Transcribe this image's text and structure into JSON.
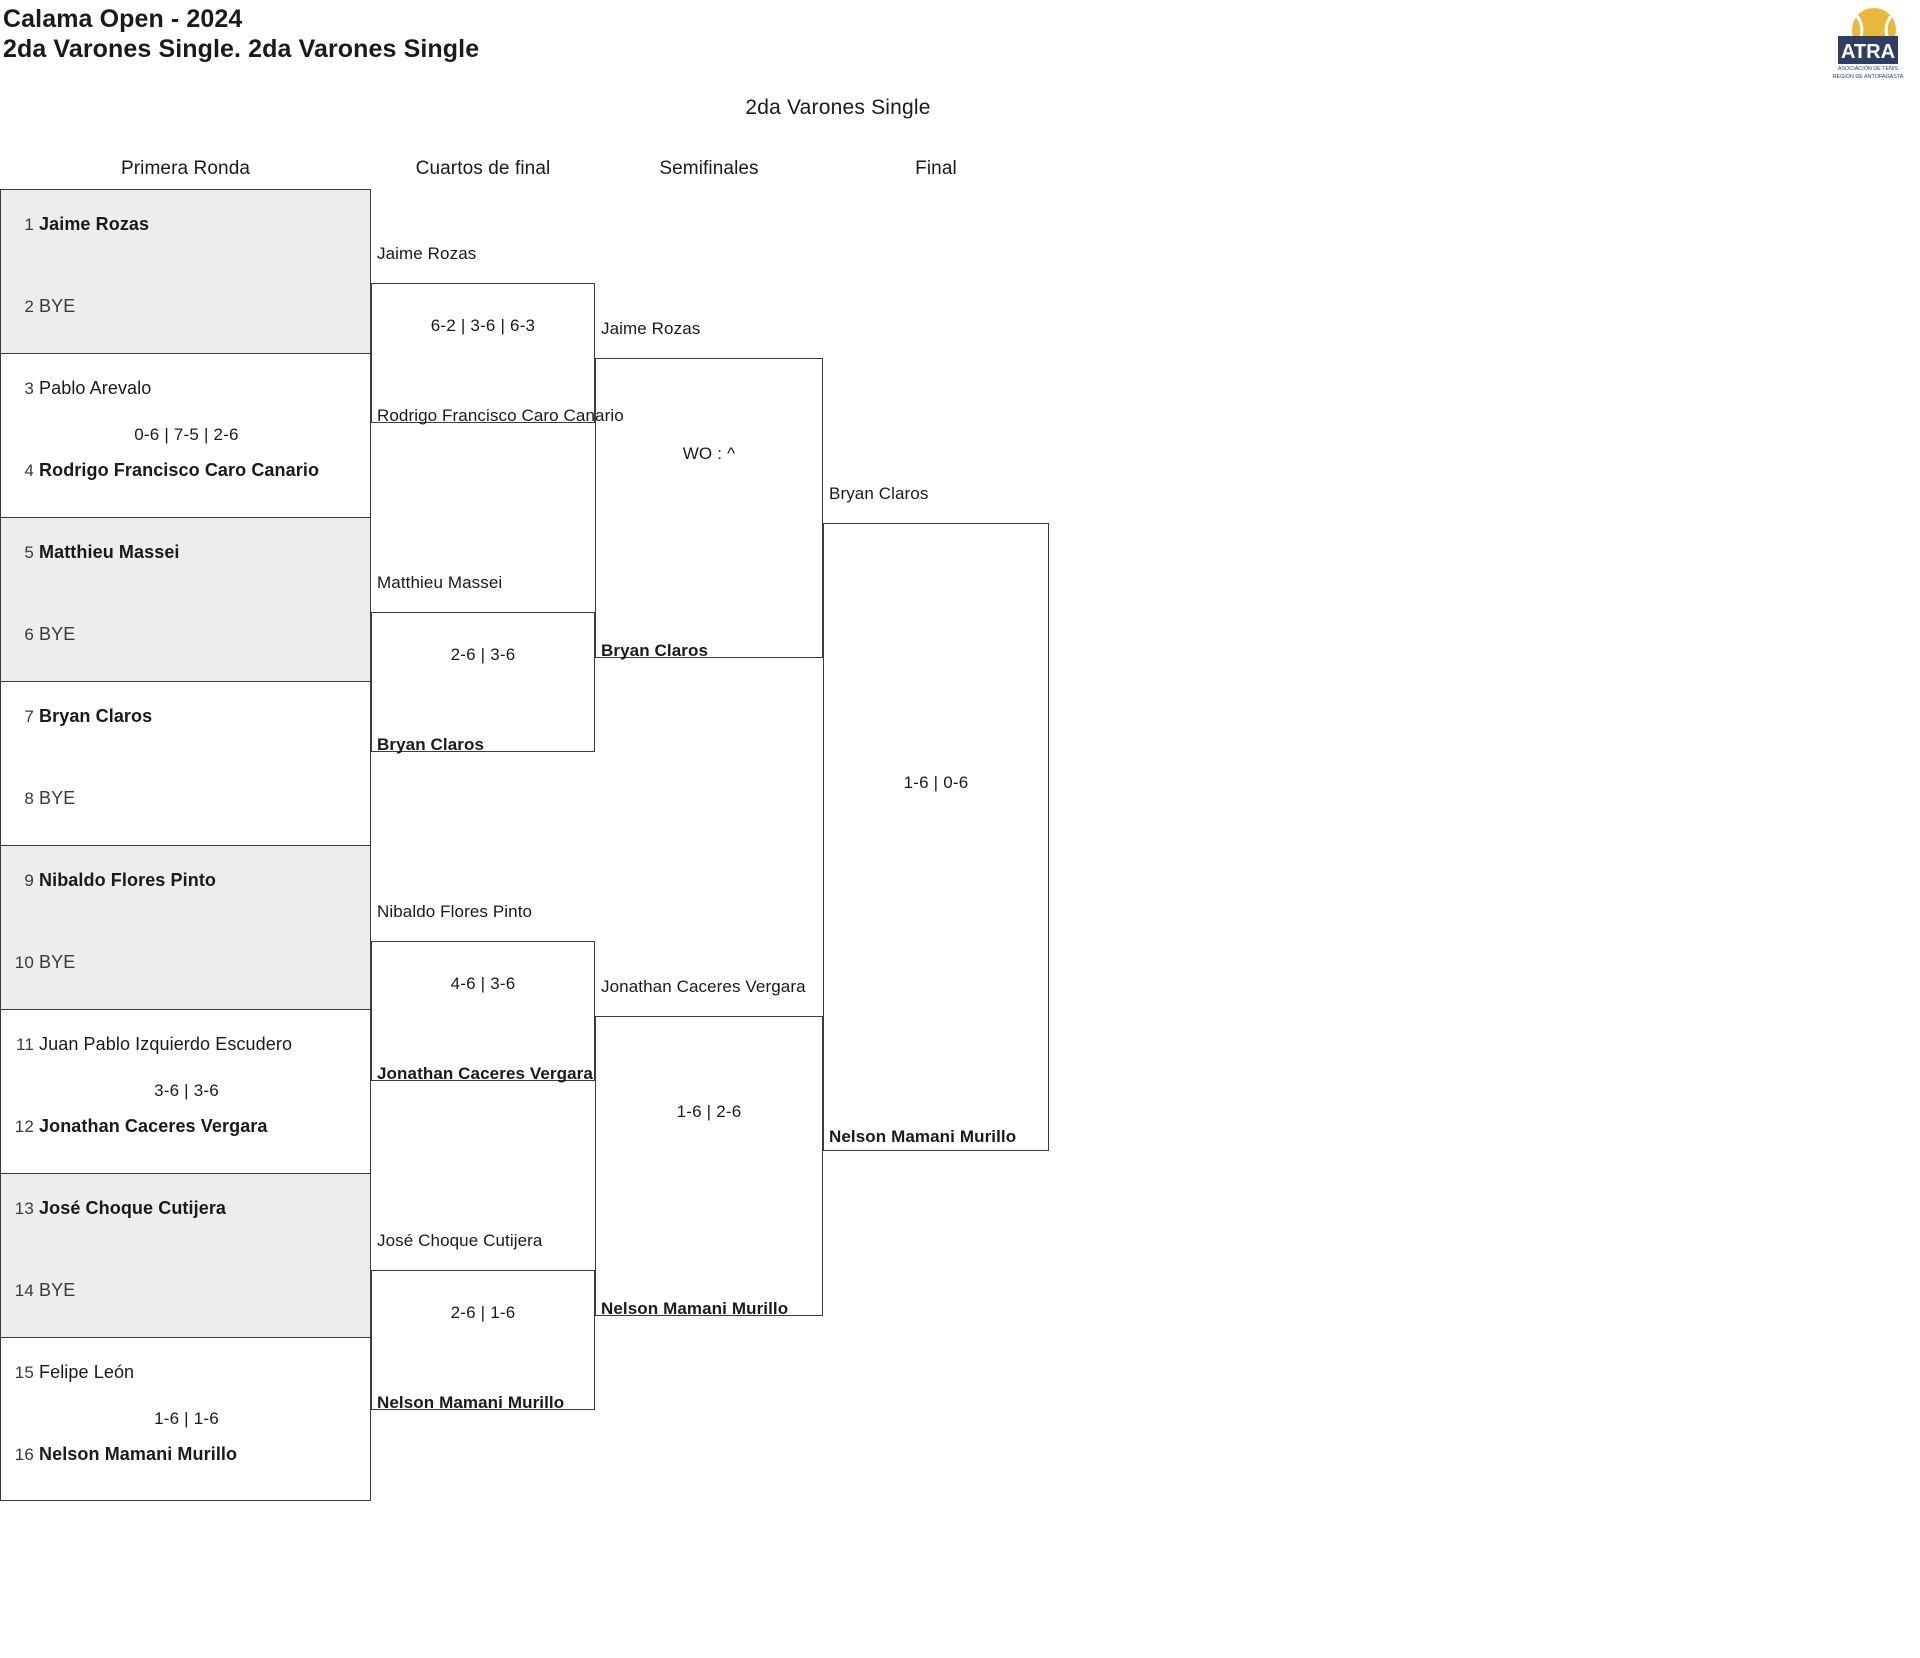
{
  "header": {
    "tournament": "Calama Open - 2024",
    "category": "2da Varones Single. 2da Varones Single",
    "draw_title": "2da Varones Single"
  },
  "logo": {
    "name": "atra-logo",
    "acronym": "ATRA",
    "line1": "ASOCIACIÓN DE TENIS",
    "line2": "REGIÓN DE ANTOFAGASTA",
    "ball_color": "#e8b93c",
    "text_color": "#2e3f63"
  },
  "rounds": [
    {
      "label": "Primera Ronda"
    },
    {
      "label": "Cuartos de final"
    },
    {
      "label": "Semifinales"
    },
    {
      "label": "Final"
    }
  ],
  "round1": {
    "pairs": [
      {
        "shaded": true,
        "score": "",
        "top": {
          "seed": "1",
          "name": "Jaime Rozas",
          "winner": true,
          "bye": false
        },
        "bot": {
          "seed": "2",
          "name": "BYE",
          "winner": false,
          "bye": true
        }
      },
      {
        "shaded": false,
        "score": "0-6 | 7-5 | 2-6",
        "top": {
          "seed": "3",
          "name": "Pablo Arevalo",
          "winner": false,
          "bye": false
        },
        "bot": {
          "seed": "4",
          "name": "Rodrigo Francisco Caro Canario",
          "winner": true,
          "bye": false
        }
      },
      {
        "shaded": true,
        "score": "",
        "top": {
          "seed": "5",
          "name": "Matthieu Massei",
          "winner": true,
          "bye": false
        },
        "bot": {
          "seed": "6",
          "name": "BYE",
          "winner": false,
          "bye": true
        }
      },
      {
        "shaded": false,
        "score": "",
        "top": {
          "seed": "7",
          "name": "Bryan Claros",
          "winner": true,
          "bye": false
        },
        "bot": {
          "seed": "8",
          "name": "BYE",
          "winner": false,
          "bye": true
        }
      },
      {
        "shaded": true,
        "score": "",
        "top": {
          "seed": "9",
          "name": "Nibaldo Flores Pinto",
          "winner": true,
          "bye": false
        },
        "bot": {
          "seed": "10",
          "name": "BYE",
          "winner": false,
          "bye": true
        }
      },
      {
        "shaded": false,
        "score": "3-6 | 3-6",
        "top": {
          "seed": "11",
          "name": "Juan Pablo Izquierdo Escudero",
          "winner": false,
          "bye": false
        },
        "bot": {
          "seed": "12",
          "name": "Jonathan Caceres Vergara",
          "winner": true,
          "bye": false
        }
      },
      {
        "shaded": true,
        "score": "",
        "top": {
          "seed": "13",
          "name": "José Choque Cutijera",
          "winner": true,
          "bye": false
        },
        "bot": {
          "seed": "14",
          "name": "BYE",
          "winner": false,
          "bye": true
        }
      },
      {
        "shaded": false,
        "score": "1-6 | 1-6",
        "top": {
          "seed": "15",
          "name": "Felipe León",
          "winner": false,
          "bye": false
        },
        "bot": {
          "seed": "16",
          "name": "Nelson Mamani Murillo",
          "winner": true,
          "bye": false
        }
      }
    ]
  },
  "quarterfinals": [
    {
      "top_name": "Jaime Rozas",
      "top_winner": true,
      "bottom_name": "Rodrigo Francisco Caro Canario",
      "bottom_winner": false,
      "score": "6-2 | 3-6 | 6-3"
    },
    {
      "top_name": "Matthieu Massei",
      "top_winner": false,
      "bottom_name": "Bryan Claros",
      "bottom_winner": true,
      "score": "2-6 | 3-6"
    },
    {
      "top_name": "Nibaldo Flores Pinto",
      "top_winner": false,
      "bottom_name": "Jonathan Caceres Vergara",
      "bottom_winner": true,
      "score": "4-6 | 3-6"
    },
    {
      "top_name": "José Choque Cutijera",
      "top_winner": false,
      "bottom_name": "Nelson Mamani Murillo",
      "bottom_winner": true,
      "score": "2-6 | 1-6"
    }
  ],
  "semifinals": [
    {
      "top_name": "Jaime Rozas",
      "top_winner": false,
      "bottom_name": "Bryan Claros",
      "bottom_winner": true,
      "score": "WO : ^"
    },
    {
      "top_name": "Jonathan Caceres Vergara",
      "top_winner": false,
      "bottom_name": "Nelson Mamani Murillo",
      "bottom_winner": true,
      "score": "1-6 | 2-6"
    }
  ],
  "final": {
    "top_name": "Bryan Claros",
    "top_winner": false,
    "bottom_name": "Nelson Mamani Murillo",
    "bottom_winner": true,
    "score": "1-6 | 0-6"
  }
}
